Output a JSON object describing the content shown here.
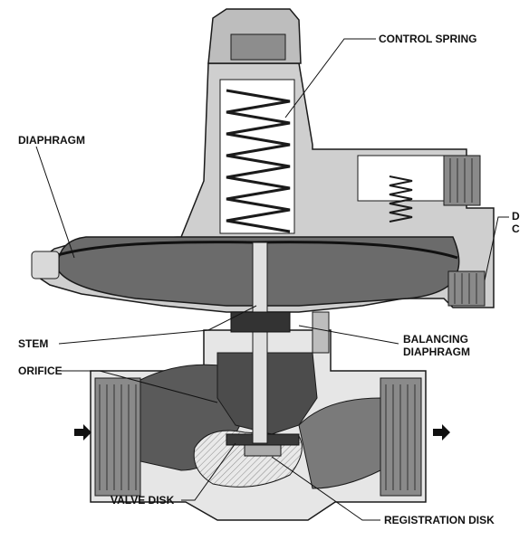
{
  "labels": {
    "control_spring": "CONTROL SPRING",
    "diaphragm": "DIAPHRAGM",
    "downstream_cut_line1": "D",
    "downstream_cut_line2": "C",
    "stem": "STEM",
    "balancing_line1": "BALANCING",
    "balancing_line2": "DIAPHRAGM",
    "orifice": "ORIFICE",
    "valve_disk": "VALVE DISK",
    "registration_disk": "REGISTRATION DISK"
  },
  "colors": {
    "light_body": "#cfcfcf",
    "mid_body": "#9a9a9a",
    "dark_body": "#5a5a5a",
    "outline": "#1a1a1a",
    "spring_fill": "#ffffff",
    "flow_arrow": "#111111"
  },
  "icons": [
    "flow-arrow-in-icon",
    "flow-arrow-out-icon"
  ]
}
